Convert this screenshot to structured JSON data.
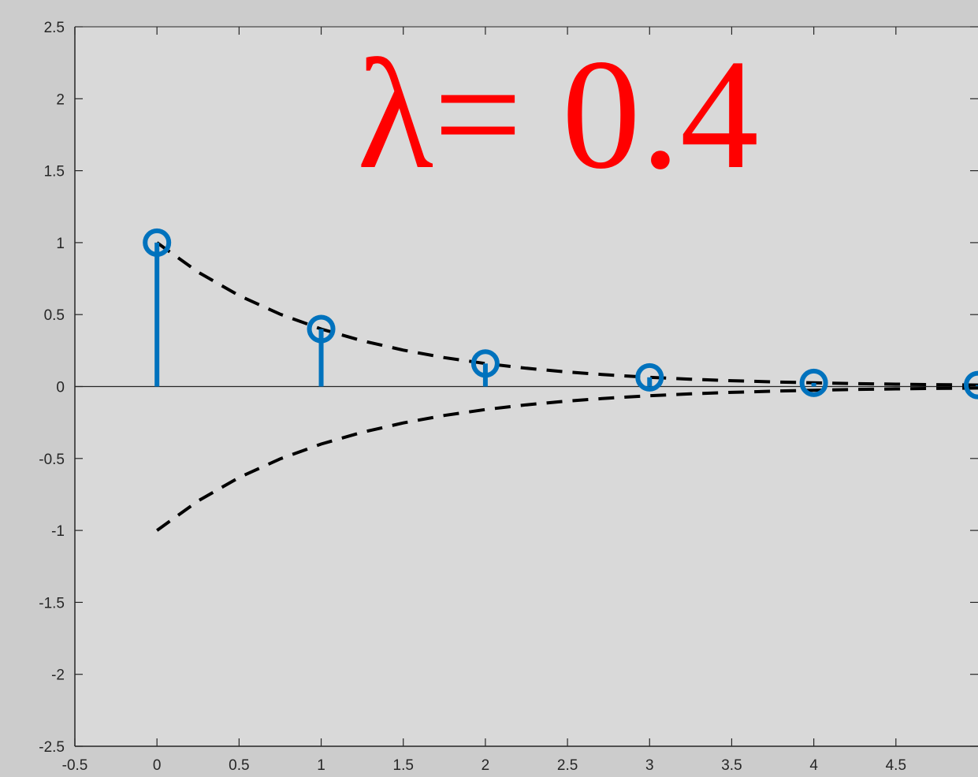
{
  "chart_data": {
    "type": "stem",
    "title": "λ= 0.4",
    "title_color": "#ff0000",
    "xlabel": "",
    "ylabel": "",
    "xlim": [
      -0.5,
      5
    ],
    "ylim": [
      -2.5,
      2.5
    ],
    "xticks": [
      -0.5,
      0,
      0.5,
      1,
      1.5,
      2,
      2.5,
      3,
      3.5,
      4,
      4.5
    ],
    "xtick_labels": [
      "-0.5",
      "0",
      "0.5",
      "1",
      "1.5",
      "2",
      "2.5",
      "3",
      "3.5",
      "4",
      "4.5"
    ],
    "yticks": [
      2.5,
      2,
      1.5,
      1,
      0.5,
      0,
      -0.5,
      -1,
      -1.5,
      -2,
      -2.5
    ],
    "ytick_labels": [
      "2.5",
      "2",
      "1.5",
      "1",
      "0.5",
      "0",
      "-0.5",
      "-1",
      "-1.5",
      "-2",
      "-2.5"
    ],
    "grid": false,
    "zero_line": true,
    "series": [
      {
        "style": "stem",
        "color": "#0072bd",
        "marker": "circle-open",
        "x": [
          0,
          1,
          2,
          3,
          4,
          5
        ],
        "values": [
          1,
          0.4,
          0.16,
          0.064,
          0.0256,
          0.01024
        ]
      },
      {
        "style": "dashed-line",
        "color": "#000000",
        "x": [
          0,
          0.25,
          0.5,
          0.75,
          1,
          1.25,
          1.5,
          1.75,
          2,
          2.25,
          2.5,
          2.75,
          3,
          3.25,
          3.5,
          3.75,
          4,
          4.25,
          4.5,
          4.75,
          5
        ],
        "values": [
          1,
          0.795,
          0.632,
          0.503,
          0.4,
          0.318,
          0.253,
          0.201,
          0.16,
          0.127,
          0.101,
          0.0805,
          0.064,
          0.0509,
          0.0405,
          0.0322,
          0.0256,
          0.0204,
          0.0162,
          0.0129,
          0.01024
        ]
      },
      {
        "style": "dashed-line",
        "color": "#000000",
        "x": [
          0,
          0.25,
          0.5,
          0.75,
          1,
          1.25,
          1.5,
          1.75,
          2,
          2.25,
          2.5,
          2.75,
          3,
          3.25,
          3.5,
          3.75,
          4,
          4.25,
          4.5,
          4.75,
          5
        ],
        "values": [
          -1,
          -0.795,
          -0.632,
          -0.503,
          -0.4,
          -0.318,
          -0.253,
          -0.201,
          -0.16,
          -0.127,
          -0.101,
          -0.0805,
          -0.064,
          -0.0509,
          -0.0405,
          -0.0322,
          -0.0256,
          -0.0204,
          -0.0162,
          -0.0129,
          -0.01024
        ]
      }
    ],
    "colors": {
      "figure_bg": "#cccccc",
      "axes_bg": "#d9d9d9",
      "axis_color": "#262626"
    }
  }
}
